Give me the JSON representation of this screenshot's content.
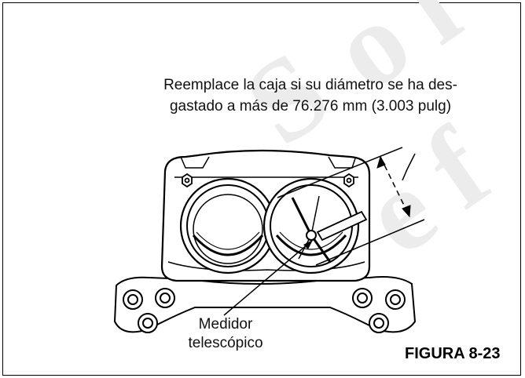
{
  "diagram": {
    "instruction_line1": "Reemplace la caja si su diámetro se ha des-",
    "instruction_line2": "gastado a más de 76.276 mm (3.003 pulg)",
    "gauge_label_line1": "Medidor",
    "gauge_label_line2": "telescópico",
    "figure_label": "FIGURA 8-23",
    "watermark_text": "Sol ... refer"
  }
}
